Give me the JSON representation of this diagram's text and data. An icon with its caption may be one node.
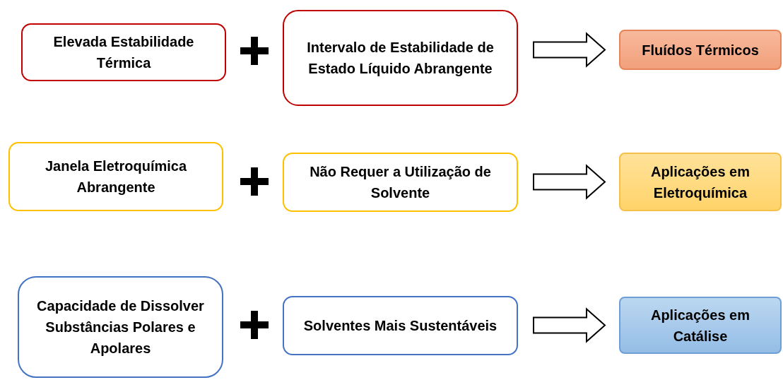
{
  "diagram": {
    "nodes": [
      {
        "text": [
          "Elevada Estabilidade Térmica"
        ]
      },
      {
        "text": [
          "Intervalo de Estabilidade de Estado Líquido Abrangente"
        ]
      },
      {
        "text": [
          "Fluídos Térmicos"
        ]
      },
      {
        "text": [
          "Janela Eletroquímica Abrangente"
        ]
      },
      {
        "text": [
          "Não Requer a Utilização de Solvente"
        ]
      },
      {
        "text": [
          "Aplicações em Eletroquímica"
        ]
      },
      {
        "text": [
          "Capacidade de Dissolver Substâncias Polares e Apolares"
        ]
      },
      {
        "text": [
          "Solventes Mais Sustentáveis"
        ]
      },
      {
        "text": [
          "Aplicações em Catálise"
        ]
      }
    ],
    "edges": [
      {
        "from": 1,
        "to": 2,
        "arrow": "to"
      },
      {
        "from": 4,
        "to": 5,
        "arrow": "to"
      },
      {
        "from": 7,
        "to": 8,
        "arrow": "to"
      }
    ]
  }
}
